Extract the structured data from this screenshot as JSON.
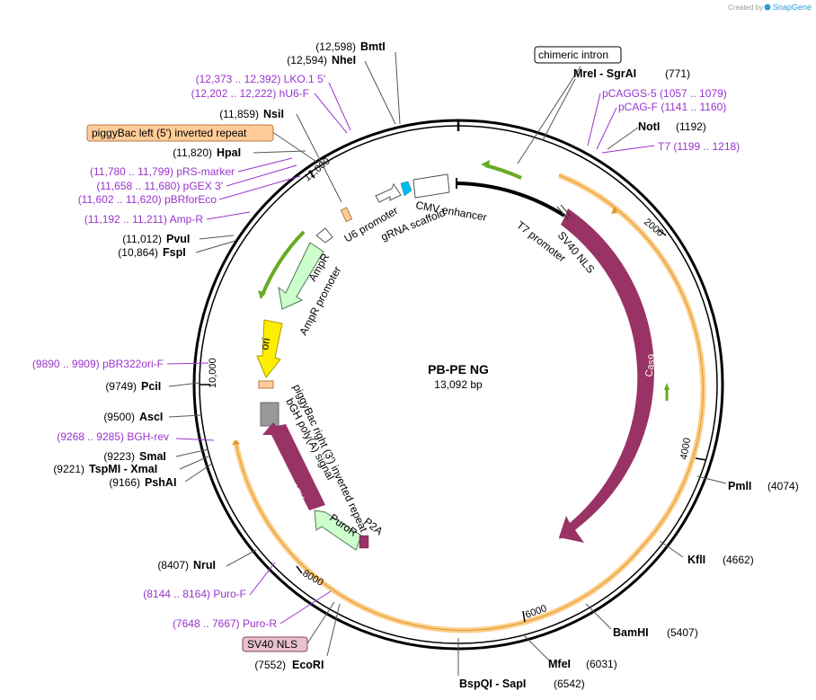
{
  "credit": {
    "prefix": "Created by",
    "brand": "SnapGene"
  },
  "plasmid": {
    "name": "PB-PE NG",
    "length": "13,092 bp"
  },
  "ticks": [
    "2000",
    "4000",
    "6000",
    "8000",
    "10,000",
    "12,000"
  ],
  "sites": {
    "bmti": {
      "pos": "(12,598)",
      "name": "BmtI"
    },
    "nhei": {
      "pos": "(12,594)",
      "name": "NheI"
    },
    "nsii": {
      "pos": "(11,859)",
      "name": "NsiI"
    },
    "hpai": {
      "pos": "(11,820)",
      "name": "HpaI"
    },
    "pvui": {
      "pos": "(11,012)",
      "name": "PvuI"
    },
    "fspi": {
      "pos": "(10,864)",
      "name": "FspI"
    },
    "pcii": {
      "pos": "(9749)",
      "name": "PciI"
    },
    "asci": {
      "pos": "(9500)",
      "name": "AscI"
    },
    "smai": {
      "pos": "(9223)",
      "name": "SmaI"
    },
    "tspmi": {
      "pos": "(9221)",
      "name": "TspMI  -  XmaI"
    },
    "pshai": {
      "pos": "(9166)",
      "name": "PshAI"
    },
    "nrui": {
      "pos": "(8407)",
      "name": "NruI"
    },
    "ecori": {
      "pos": "(7552)",
      "name": "EcoRI"
    },
    "bspqi": {
      "pos": "(6542)",
      "name": "BspQI  -  SapI"
    },
    "mfei": {
      "pos": "(6031)",
      "name": "MfeI"
    },
    "bamhi": {
      "pos": "(5407)",
      "name": "BamHI"
    },
    "kfli": {
      "pos": "(4662)",
      "name": "KflI"
    },
    "pmli": {
      "pos": "(4074)",
      "name": "PmlI"
    },
    "mrei": {
      "pos": "(771)",
      "name": "MreI  -  SgrAI"
    },
    "noti": {
      "pos": "(1192)",
      "name": "NotI"
    }
  },
  "primers": {
    "lko1": "(12,373 .. 12,392)  LKO.1 5'",
    "hu6f": "(12,202 .. 12,222)  hU6-F",
    "prs": "(11,780 .. 11,799)  pRS-marker",
    "pgex": "(11,658 .. 11,680)  pGEX 3'",
    "pbrfor": "(11,602 .. 11,620)  pBRforEco",
    "ampr": "(11,192 .. 11,211)  Amp-R",
    "pbr322": "(9890 .. 9909)  pBR322ori-F",
    "bghrev": "(9268 .. 9285)  BGH-rev",
    "purof": "(8144 .. 8164)  Puro-F",
    "puror": "(7648 .. 7667)  Puro-R",
    "pcaggs": "pCAGGS-5   (1057 .. 1079)",
    "pcagf": "pCAG-F   (1141 .. 1160)",
    "t7": "T7   (1199 .. 1218)"
  },
  "boxes": {
    "piggybac_left": "piggyBac left (5') inverted repeat",
    "chimeric": "chimeric intron",
    "sv40nls": "SV40 NLS"
  },
  "features": {
    "cmv": "CMV enhancer",
    "u6": "U6 promoter",
    "grna": "gRNA scaffold",
    "t7prom": "T7 promoter",
    "sv40nls_arc": "SV40 NLS",
    "cas9": "Cas9",
    "ampr": "AmpR",
    "amprprom": "AmpR promoter",
    "ori": "ori",
    "pbright": "piggyBac right (3') inverted repeat",
    "bgh": "bGH poly(A) signal",
    "dtk": "ΔTK",
    "puror": "PuroR",
    "p2a": "P2A"
  },
  "colors": {
    "backbone": "#000000",
    "cas9": "#993366",
    "orange_feature": "#ffcc99",
    "primer": "#9933cc",
    "green_arrow": "#66aa22",
    "ori": "#ffee00",
    "light_green": "#ccffcc",
    "grna": "#00bbee",
    "gray": "#999999"
  }
}
